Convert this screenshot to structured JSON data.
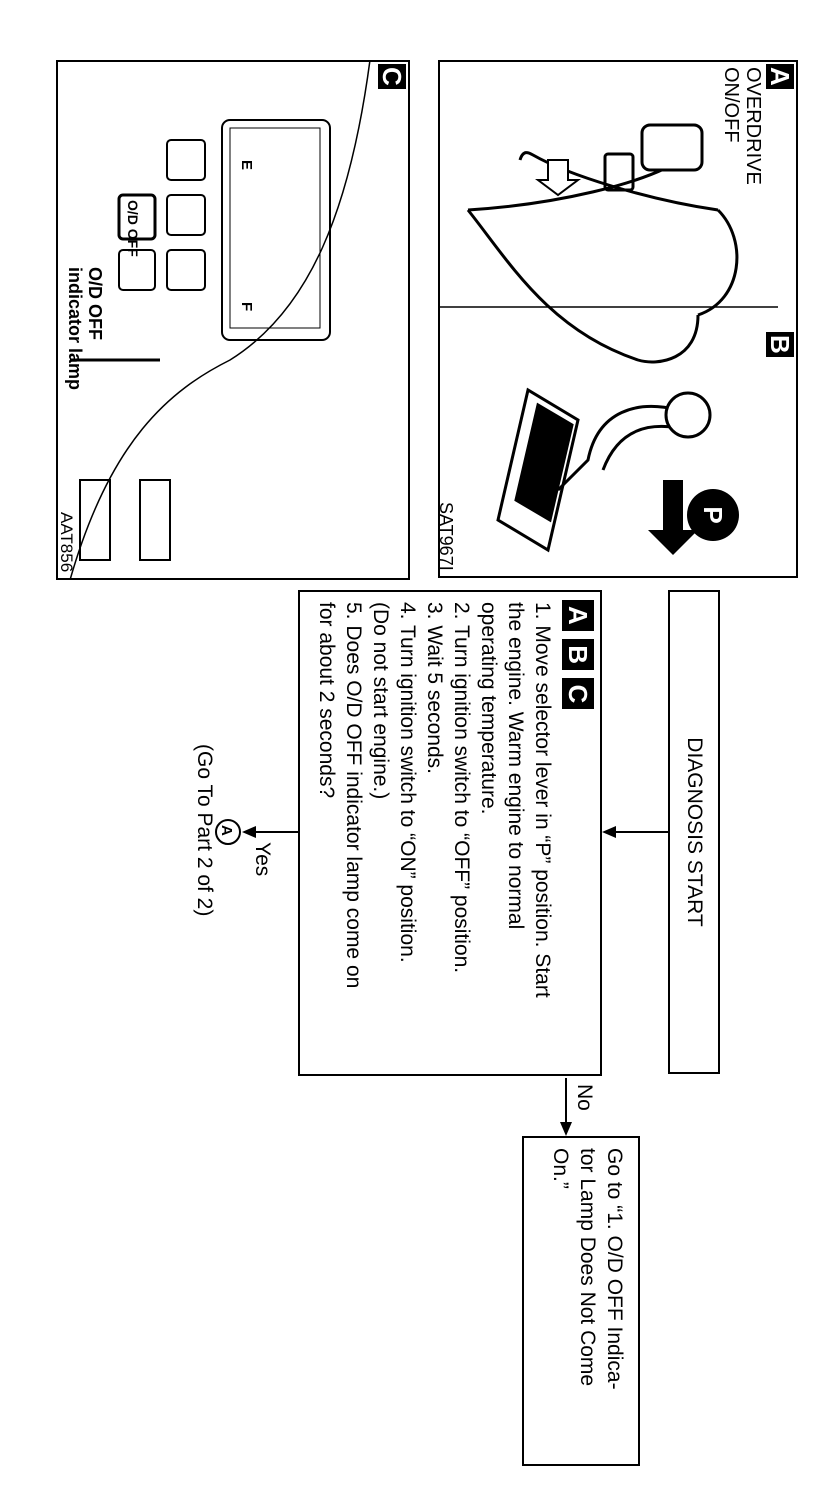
{
  "panel_top": {
    "label_a": "A",
    "label_b": "B",
    "overdrive_line1": "OVERDRIVE",
    "overdrive_line2": "ON/OFF",
    "p_badge": "P",
    "ref_code": "SAT967I"
  },
  "panel_bottom": {
    "label_c": "C",
    "lamp_line1": "O/D OFF",
    "lamp_line2": "indicator lamp",
    "od_button_text": "O/D OFF",
    "gauge_e": "E",
    "gauge_f": "F",
    "ref_code": "AAT856"
  },
  "flow": {
    "start": "DIAGNOSIS START",
    "tags": [
      "A",
      "B",
      "C"
    ],
    "steps": [
      "1. Move selector lever in “P” position. Start",
      "    the engine. Warm engine to normal",
      "    operating temperature.",
      "2. Turn ignition switch to “OFF” position.",
      "3. Wait 5 seconds.",
      "4. Turn ignition switch to “ON” position.",
      "    (Do not start engine.)",
      "5. Does O/D OFF indicator lamp come on",
      "    for about 2 seconds?"
    ],
    "yes_label": "Yes",
    "no_label": "No",
    "connector": "A",
    "goto_part": "(Go To Part 2 of 2)",
    "no_result_lines": [
      "Go to “1. O/D OFF Indica-",
      "tor Lamp Does Not Come",
      "On.”"
    ]
  }
}
